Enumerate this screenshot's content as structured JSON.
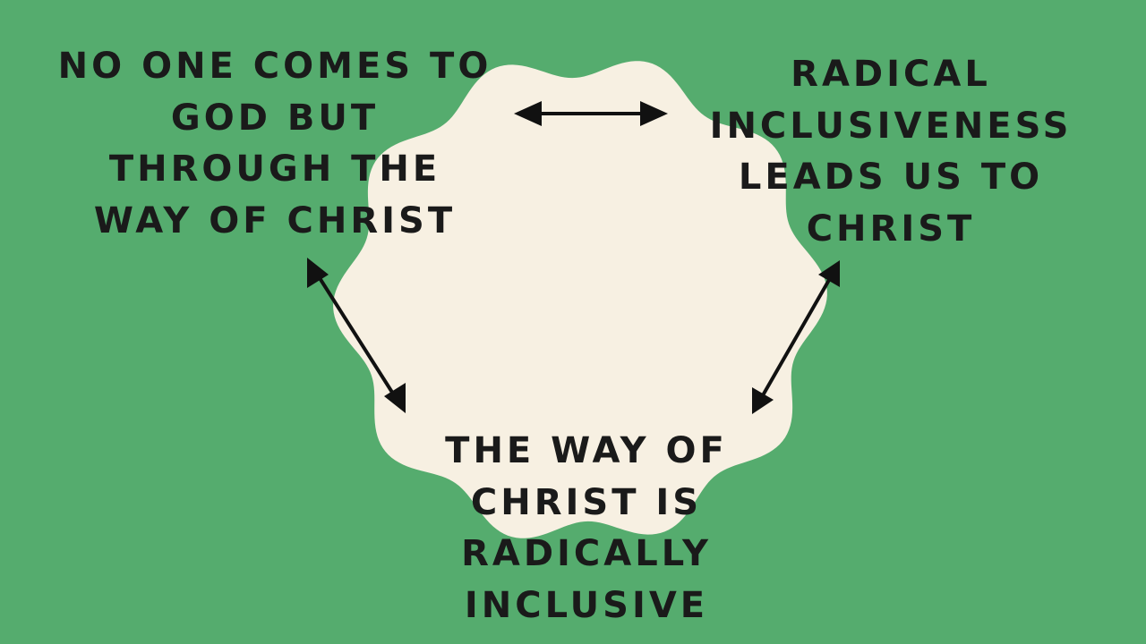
{
  "statements": {
    "top_left": "NO ONE COMES TO\nGOD BUT\nTHROUGH THE\nWAY OF CHRIST",
    "top_right": "RADICAL\nINCLUSIVENESS\nLEADS US TO\nCHRIST",
    "bottom": "THE WAY OF\nCHRIST IS\nRADICALLY\nINCLUSIVE"
  },
  "colors": {
    "background": "#55ac6e",
    "center_shape": "#f7f0e2",
    "text": "#1a1a1a",
    "arrows": "#111111"
  },
  "connections": [
    {
      "from": "top_left",
      "to": "top_right",
      "type": "bidirectional-arrow"
    },
    {
      "from": "top_left",
      "to": "bottom",
      "type": "bidirectional-arrow"
    },
    {
      "from": "top_right",
      "to": "bottom",
      "type": "bidirectional-arrow"
    }
  ]
}
